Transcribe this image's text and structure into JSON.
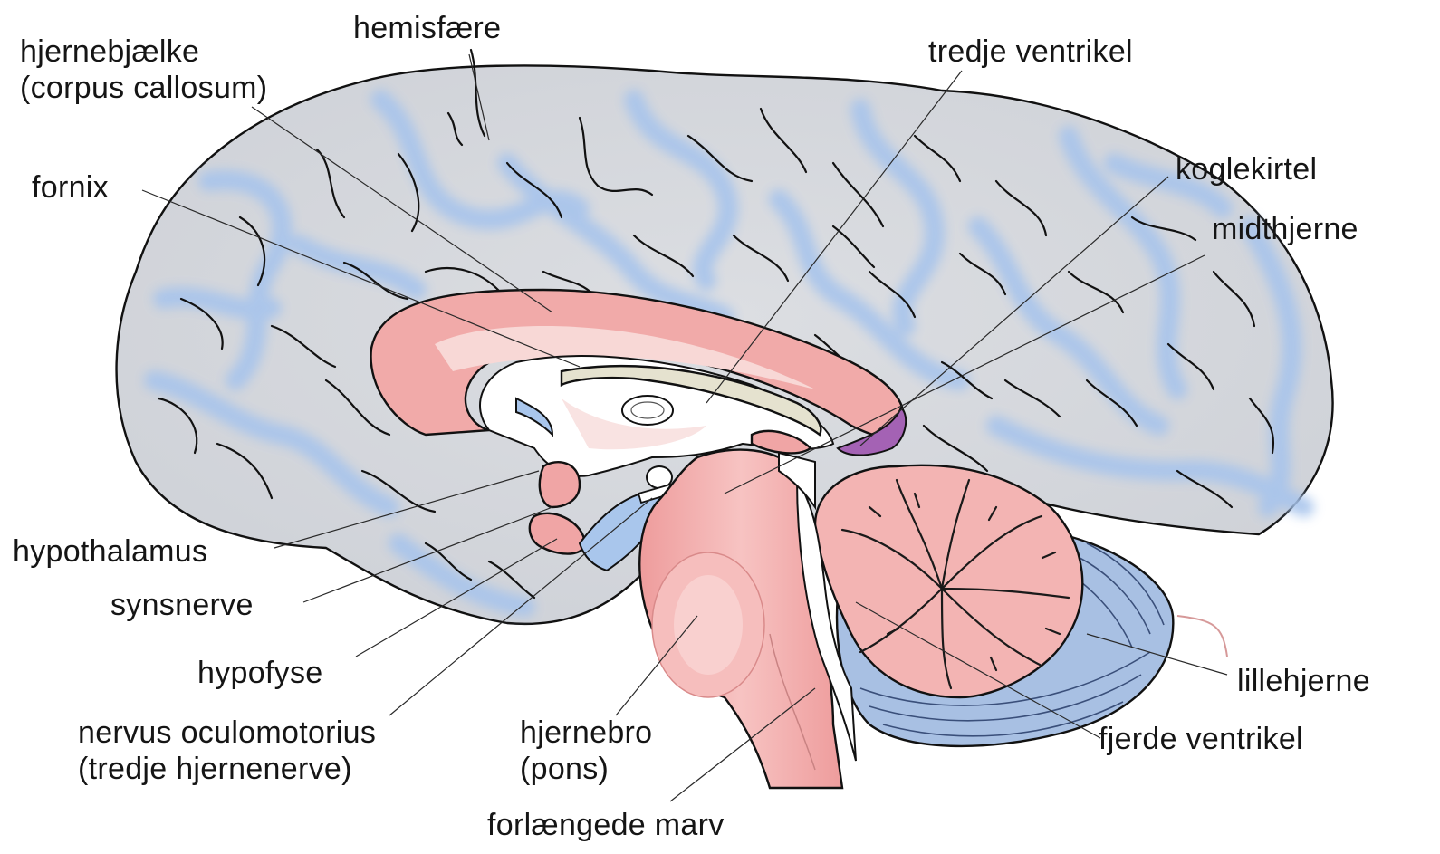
{
  "diagram": {
    "labels": {
      "hemisphere": "hemisfære",
      "corpus_callosum_1": "hjernebjælke",
      "corpus_callosum_2": "(corpus callosum)",
      "third_ventricle": "tredje ventrikel",
      "fornix": "fornix",
      "pineal": "koglekirtel",
      "midbrain": "midthjerne",
      "hypothalamus": "hypothalamus",
      "optic_nerve": "synsnerve",
      "pituitary": "hypofyse",
      "oculomotor_1": "nervus oculomotorius",
      "oculomotor_2": "(tredje hjernenerve)",
      "pons_1": "hjernebro",
      "pons_2": "(pons)",
      "medulla": "forlængede marv",
      "cerebellum": "lillehjerne",
      "fourth_ventricle": "fjerde ventrikel"
    },
    "colors": {
      "cortex_gray": "#d7d9dd",
      "sulcus_blue": "#a9c6ec",
      "tissue_pink": "#f1aaa9",
      "tissue_light": "#f8d6d4",
      "fornix_beige": "#e5e2cf",
      "pineal_purple": "#a462b4",
      "outline": "#111111"
    }
  }
}
